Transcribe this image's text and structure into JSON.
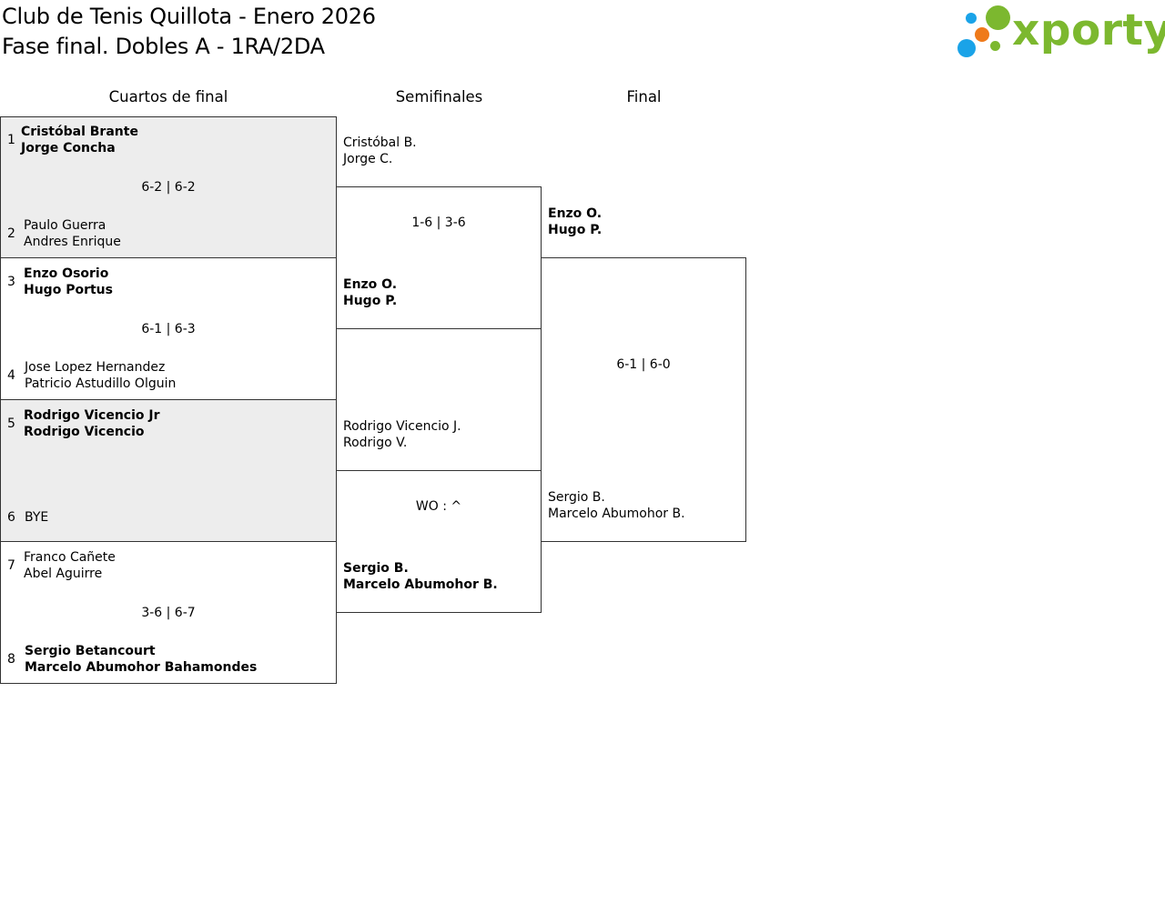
{
  "header": {
    "title_line1": "Club de Tenis Quillota - Enero 2026",
    "title_line2": "Fase final. Dobles A - 1RA/2DA",
    "logo_text": "xporty",
    "logo_colors": {
      "blue": "#1aa3e8",
      "orange": "#ef7a1a",
      "green": "#7cb82f"
    }
  },
  "rounds": {
    "quarterfinals": "Cuartos de final",
    "semifinals": "Semifinales",
    "final": "Final"
  },
  "quarterfinals": [
    {
      "score": "6-2 | 6-2",
      "top": {
        "seed": "1",
        "p1": "Cristóbal Brante",
        "p2": "Jorge Concha"
      },
      "bottom": {
        "seed": "2",
        "p1": "Paulo Guerra",
        "p2": "Andres Enrique"
      }
    },
    {
      "score": "6-1 | 6-3",
      "top": {
        "seed": "3",
        "p1": "Enzo Osorio",
        "p2": "Hugo Portus"
      },
      "bottom": {
        "seed": "4",
        "p1": "Jose Lopez Hernandez",
        "p2": "Patricio Astudillo Olguin"
      }
    },
    {
      "score": "",
      "top": {
        "seed": "5",
        "p1": "Rodrigo Vicencio Jr",
        "p2": "Rodrigo Vicencio"
      },
      "bottom": {
        "seed": "6",
        "p1": "BYE",
        "p2": ""
      }
    },
    {
      "score": "3-6 | 6-7",
      "top": {
        "seed": "7",
        "p1": "Franco Cañete",
        "p2": "Abel Aguirre"
      },
      "bottom": {
        "seed": "8",
        "p1": "Sergio Betancourt",
        "p2": "Marcelo Abumohor Bahamondes"
      }
    }
  ],
  "semifinals": [
    {
      "score": "1-6 | 3-6",
      "top": {
        "p1": "Cristóbal B.",
        "p2": "Jorge C."
      },
      "bottom": {
        "p1": "Enzo O.",
        "p2": "Hugo P."
      }
    },
    {
      "score": "WO : ^",
      "top": {
        "p1": "Rodrigo Vicencio J.",
        "p2": "Rodrigo V."
      },
      "bottom": {
        "p1": "Sergio B.",
        "p2": "Marcelo Abumohor B."
      }
    }
  ],
  "final": {
    "score": "6-1 | 6-0",
    "top": {
      "p1": "Enzo O.",
      "p2": "Hugo P."
    },
    "bottom": {
      "p1": "Sergio B.",
      "p2": "Marcelo Abumohor B."
    }
  }
}
